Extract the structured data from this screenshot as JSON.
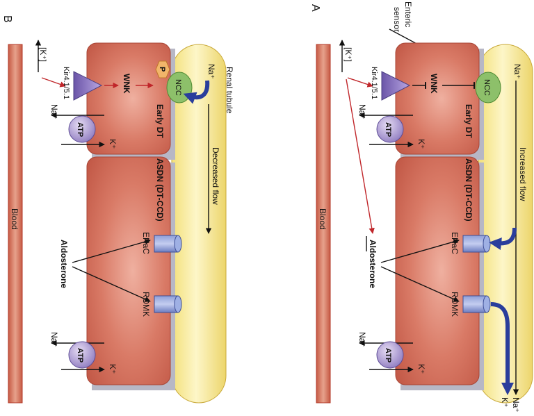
{
  "panels": [
    {
      "letter": "B",
      "blood": "Blood",
      "k_plus": "[K⁺]",
      "kir": "Kir4.1/5.1",
      "wnk": "WNK",
      "ncc": "NCC",
      "p": "P",
      "na_lumen": "Na⁺",
      "renal_tubule": "Renal tubule",
      "early_dt": "Early DT",
      "asdn": "ASDN (DT-CCD)",
      "flow": "Decreased flow",
      "enac": "ENaC",
      "romk": "ROMK",
      "aldosterone": "Aldosterone",
      "atp_top": "ATP",
      "atp_bottom": "ATP",
      "na_top": "Na⁺",
      "k_top": "K⁺",
      "na_bottom": "Na⁺",
      "k_bottom": "K⁺"
    },
    {
      "letter": "A",
      "enteric": [
        "Enteric",
        "sensor"
      ],
      "blood": "Blood",
      "k_plus": "[K⁺]",
      "kir": "Kir4.1/5.1",
      "wnk": "WNK",
      "ncc": "NCC",
      "na_lumen": "Na⁺",
      "early_dt": "Early DT",
      "asdn": "ASDN (DT-CCD)",
      "flow": "Increased flow",
      "enac": "ENaC",
      "romk": "ROMK",
      "aldosterone": "Aldosterone",
      "atp_top": "ATP",
      "atp_bottom": "ATP",
      "na_top": "Na⁺",
      "k_top": "K⁺",
      "na_bottom": "Na⁺",
      "k_bottom": "K⁺",
      "na_end": "Na⁺",
      "k_end": "K⁺"
    }
  ]
}
